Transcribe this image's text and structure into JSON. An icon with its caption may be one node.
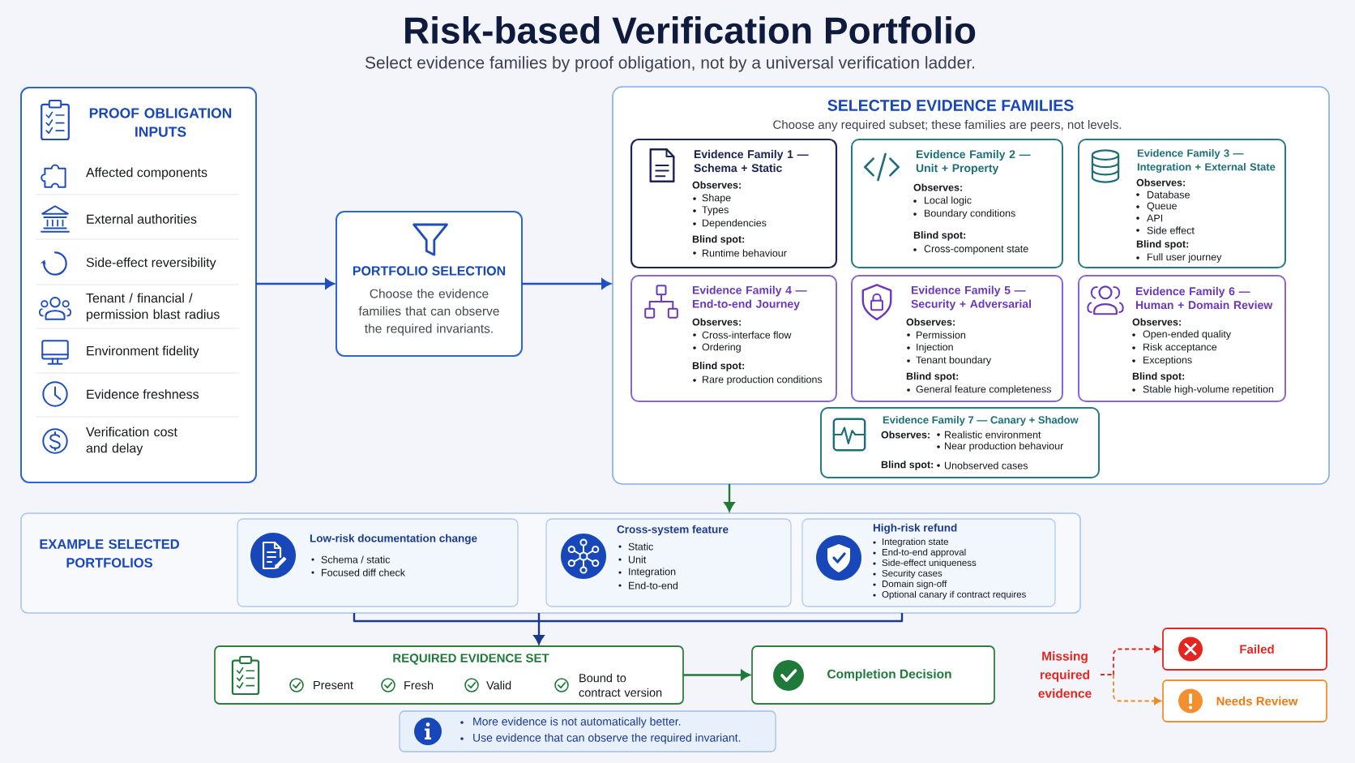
{
  "diagram": {
    "title": "Risk-based Verification Portfolio",
    "nodes": [
      {
        "text": [
          "PROOF OBLIGATION INPUTS",
          "Affected components",
          "External authorities",
          "Side-effect reversibility",
          "Tenant / financial / permission blast radius",
          "Environment fidelity",
          "Evidence freshness",
          "Verification cost and delay"
        ]
      },
      {
        "text": [
          "PORTFOLIO SELECTION",
          "Choose the evidence families that can observe the required invariants."
        ]
      },
      {
        "text": [
          "SELECTED EVIDENCE FAMILIES",
          "Choose any required subset; these families are peers, not levels."
        ]
      },
      {
        "text": [
          "Evidence Family 1 — Schema + Static",
          "Observes:",
          "Shape",
          "Types",
          "Dependencies",
          "Blind spot:",
          "Runtime behaviour"
        ],
        "in": 2
      },
      {
        "text": [
          "Evidence Family 2 — Unit + Property",
          "Observes:",
          "Local logic",
          "Boundary conditions",
          "Blind spot:",
          "Cross-component state"
        ],
        "in": 2
      },
      {
        "text": [
          "Evidence Family 3 — Integration + External State",
          "Observes:",
          "Database",
          "Queue",
          "API",
          "Side effect",
          "Blind spot:",
          "Full user journey"
        ],
        "in": 2
      },
      {
        "text": [
          "Evidence Family 4 — End-to-end Journey",
          "Observes:",
          "Cross-interface flow",
          "Ordering",
          "Blind spot:",
          "Rare production conditions"
        ],
        "in": 2
      },
      {
        "text": [
          "Evidence Family 5 — Security + Adversarial",
          "Observes:",
          "Permission",
          "Injection",
          "Tenant boundary",
          "Blind spot:",
          "General feature completeness"
        ],
        "in": 2
      },
      {
        "text": [
          "Evidence Family 6 — Human + Domain Review",
          "Observes:",
          "Open-ended quality",
          "Risk acceptance",
          "Exceptions",
          "Blind spot:",
          "Stable high-volume repetition"
        ],
        "in": 2
      },
      {
        "text": [
          "Evidence Family 7 — Canary + Shadow",
          "Observes:",
          "Realistic environment",
          "Near production behaviour",
          "Blind spot:",
          "Unobserved cases"
        ],
        "in": 2
      },
      {
        "text": [
          "EXAMPLE SELECTED PORTFOLIOS"
        ]
      },
      {
        "text": [
          "Low-risk documentation change",
          "Schema / static",
          "Focused diff check"
        ],
        "in": 10
      },
      {
        "text": [
          "Cross-system feature",
          "Static",
          "Unit",
          "Integration",
          "End-to-end"
        ],
        "in": 10
      },
      {
        "text": [
          "High-risk refund",
          "Integration state",
          "End-to-end approval",
          "Side-effect uniqueness",
          "Security cases",
          "Domain sign-off",
          "Optional canary if contract requires"
        ],
        "in": 10
      },
      {
        "text": [
          "REQUIRED EVIDENCE SET",
          "Present",
          "Fresh",
          "Valid",
          "Bound to contract version"
        ]
      },
      {
        "text": [
          "Completion Decision"
        ]
      },
      {
        "text": [
          "More evidence is not automatically better.",
          "Use evidence that can observe the required invariant."
        ]
      },
      {
        "text": [
          "Missing required evidence"
        ]
      },
      {
        "text": [
          "Failed"
        ]
      },
      {
        "text": [
          "Needs Review"
        ]
      }
    ],
    "edges": [
      {
        "from": 0,
        "to": 1,
        "arrow": "to"
      },
      {
        "from": 1,
        "to": 2,
        "arrow": "to"
      },
      {
        "from": 2,
        "to": 10,
        "arrow": "to",
        "color": "#1f7a3a"
      },
      {
        "from": 10,
        "to": 14,
        "arrow": "to",
        "color": "#1a3a8c"
      },
      {
        "from": 14,
        "to": 15,
        "arrow": "to",
        "color": "#1f7a3a"
      },
      {
        "from": 17,
        "to": 18,
        "arrow": "to",
        "style": "dashed",
        "color": "#e3261f"
      },
      {
        "from": 17,
        "to": 19,
        "arrow": "to",
        "style": "dashed",
        "color": "#f28a1e"
      }
    ],
    "labels": [
      "Select evidence families by proof obligation, not by a universal verification ladder."
    ]
  }
}
